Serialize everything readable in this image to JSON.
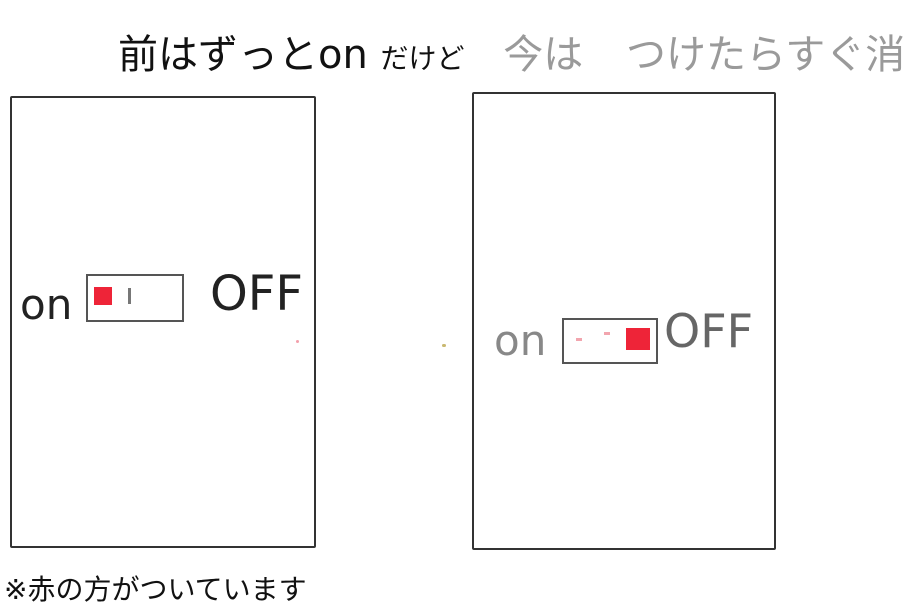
{
  "title": {
    "part1": "前はずっとon",
    "part2": "だけど",
    "part3": "今は",
    "part4": "つけたらすぐ消す"
  },
  "left_panel": {
    "on_label": "on",
    "off_label": "OFF",
    "switch_state": "on"
  },
  "right_panel": {
    "on_label": "on",
    "off_label": "OFF",
    "switch_state": "off"
  },
  "footnote": "※赤の方がついています",
  "colors": {
    "knob": "#ee2438",
    "ink": "#1a1a1a",
    "pencil": "#9a9a9a"
  }
}
